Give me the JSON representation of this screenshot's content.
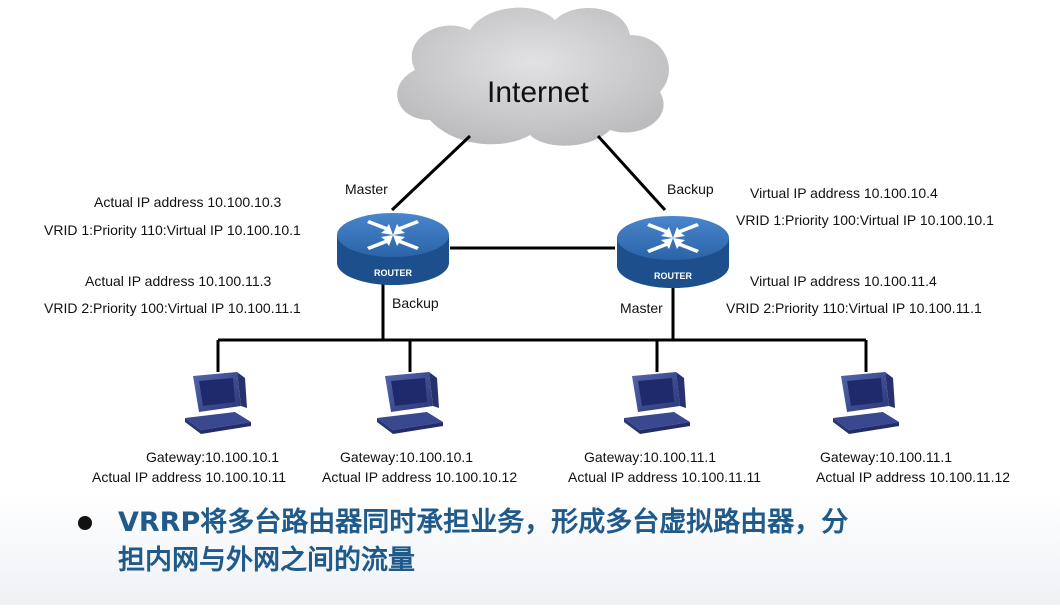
{
  "internet": {
    "label": "Internet"
  },
  "router_left": {
    "top_role": "Master",
    "bottom_role": "Backup",
    "badge": "ROUTER",
    "line1": "Actual IP address 10.100.10.3",
    "line2": "VRID 1:Priority 110:Virtual IP  10.100.10.1",
    "line3": "Actual IP address 10.100.11.3",
    "line4": "VRID 2:Priority 100:Virtual IP  10.100.11.1"
  },
  "router_right": {
    "top_role": "Backup",
    "bottom_role": "Master",
    "badge": "ROUTER",
    "line1": "Virtual IP address 10.100.10.4",
    "line2": "VRID 1:Priority 100:Virtual IP  10.100.10.1",
    "line3": "Virtual IP address 10.100.11.4",
    "line4": "VRID 2:Priority 110:Virtual IP  10.100.11.1"
  },
  "hosts": [
    {
      "gateway": "Gateway:10.100.10.1",
      "actual": "Actual IP address 10.100.10.11"
    },
    {
      "gateway": "Gateway:10.100.10.1",
      "actual": "Actual IP address 10.100.10.12"
    },
    {
      "gateway": "Gateway:10.100.11.1",
      "actual": "Actual IP address 10.100.11.11"
    },
    {
      "gateway": "Gateway:10.100.11.1",
      "actual": "Actual IP address 10.100.11.12"
    }
  ],
  "bullet": {
    "line1": "VRRP将多台路由器同时承担业务，形成多台虚拟路由器，分",
    "line2": "担内网与外网之间的流量"
  },
  "colors": {
    "cloud": "#c8c8ca",
    "router_top": "#2f6db5",
    "router_side": "#1d4f8c",
    "pc_body": "#3b4a8f",
    "pc_screen": "#2a3880",
    "bullet_text": "#1f5a8a"
  }
}
